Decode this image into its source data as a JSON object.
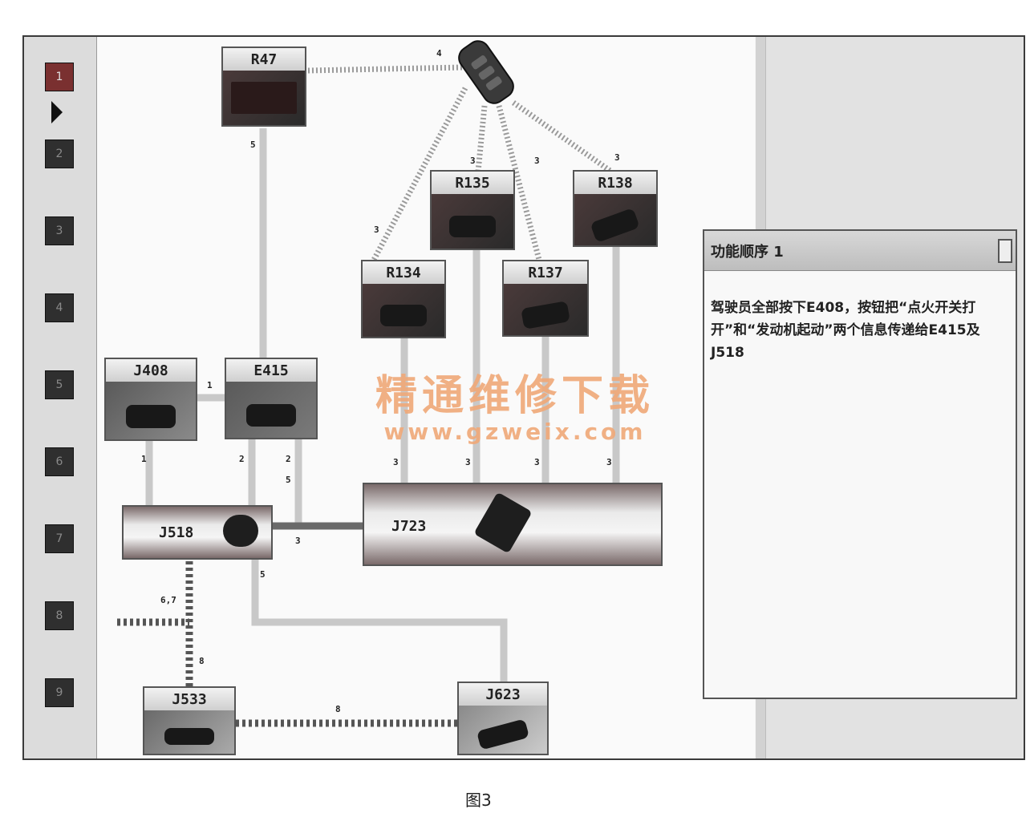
{
  "steps": [
    "1",
    "2",
    "3",
    "4",
    "5",
    "6",
    "7",
    "8",
    "9"
  ],
  "active_step": 0,
  "nodes": {
    "R47": "R47",
    "R135": "R135",
    "R138": "R138",
    "R134": "R134",
    "R137": "R137",
    "J408": "J408",
    "E415": "E415",
    "J518": "J518",
    "J723": "J723",
    "J533": "J533",
    "J623": "J623"
  },
  "connection_labels": {
    "key_r47": "4",
    "key_r134": "3",
    "key_r135": "3",
    "key_r137": "3",
    "key_r138": "3",
    "r47_e415": "5",
    "j408_e415": "1",
    "j408_j518": "1",
    "e415_j518": "2",
    "e415_j723_a": "2",
    "e415_j723_b": "5",
    "r134_j723": "3",
    "r135_j723": "3",
    "r137_j723": "3",
    "r138_j723": "3",
    "j518_j723": "3",
    "j518_j623": "5",
    "j518_ext": "6,7",
    "j518_j533": "8",
    "j533_j623": "8"
  },
  "panel": {
    "title": "功能顺序 1",
    "text": "驾驶员全部按下E408，按钮把“点火开关打开”和“发动机起动”两个信息传递给E415及J518"
  },
  "watermark": {
    "cn": "精通维修下载",
    "url": "www.gzweix.com"
  },
  "caption": "图3",
  "colors": {
    "wire": "#c8c8c8",
    "bus_wire": "#6a6a6a",
    "active_step": "#7a3030"
  }
}
